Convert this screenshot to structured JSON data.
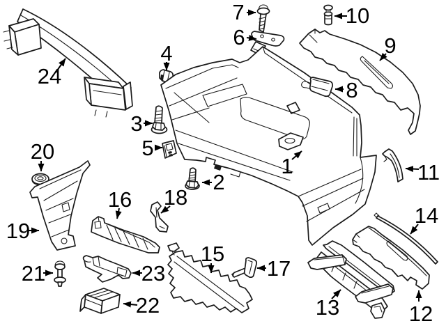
{
  "diagram": {
    "type": "exploded-parts-diagram",
    "subject": "rear-bumper-assembly",
    "colors": {
      "background": "#ffffff",
      "line_art": "#1a1a1a",
      "label_text": "#000000"
    },
    "labels": {
      "p1": "1",
      "p2": "2",
      "p3": "3",
      "p4": "4",
      "p5": "5",
      "p6": "6",
      "p7": "7",
      "p8": "8",
      "p9": "9",
      "p10": "10",
      "p11": "11",
      "p12": "12",
      "p13": "13",
      "p14": "14",
      "p15": "15",
      "p16": "16",
      "p17": "17",
      "p18": "18",
      "p19": "19",
      "p20": "20",
      "p21": "21",
      "p22": "22",
      "p23": "23",
      "p24": "24"
    }
  }
}
